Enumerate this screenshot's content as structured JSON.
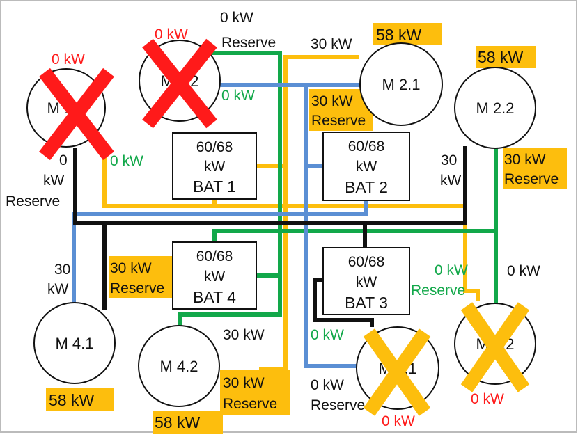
{
  "colors": {
    "green": "#12a84a",
    "orange": "#fdbe0d",
    "blue": "#5b8fd4",
    "black": "#111111",
    "red_text": "#ff1a1a",
    "red_x": "#ff1a1a",
    "yellow_x": "#fdbe0d",
    "highlight": "#fdbe0d",
    "frame": "#bbbbbb"
  },
  "nodes": {
    "m11": "M 1.1",
    "m12": "M 1.2",
    "m21": "M 2.1",
    "m22": "M 2.2",
    "m31": "M 3.1",
    "m32": "M 3.2",
    "m41": "M 4.1",
    "m42": "M 4.2"
  },
  "batteries": {
    "bat1": {
      "capacity": "60/68",
      "unit": "kW",
      "name": "BAT 1"
    },
    "bat2": {
      "capacity": "60/68",
      "unit": "kW",
      "name": "BAT 2"
    },
    "bat3": {
      "capacity": "60/68",
      "unit": "kW",
      "name": "BAT 3"
    },
    "bat4": {
      "capacity": "60/68",
      "unit": "kW",
      "name": "BAT 4"
    }
  },
  "labels": {
    "m12_power": "0 kW",
    "m12_reserve_value": "0 kW",
    "m12_reserve_word": "Reserve",
    "m12_green_out": "0 kW",
    "m11_power": "0 kW",
    "m11_black_value": "0",
    "m11_black_unit": "kW",
    "m11_black_reserve": "Reserve",
    "m11_orange_out": "0 kW",
    "m21_orange_in": "30 kW",
    "m21_power": "58 kW",
    "m21_reserve_value": "30 kW",
    "m21_reserve_word": "Reserve",
    "m22_power": "58 kW",
    "m22_black_value": "30",
    "m22_black_unit": "kW",
    "m22_reserve_value": "30 kW",
    "m22_reserve_word": "Reserve",
    "m41_blue_value": "30",
    "m41_blue_unit": "kW",
    "m41_reserve_value": "30 kW",
    "m41_reserve_word": "Reserve",
    "m41_power": "58 kW",
    "m42_green_in": "30 kW",
    "m42_reserve_value": "30  kW",
    "m42_reserve_word": "Reserve",
    "m42_power": "58 kW",
    "m31_blue_in": "0 kW",
    "m31_reserve_value": "0 kW",
    "m31_reserve_word": "Reserve",
    "m31_power": "0 kW",
    "m32_green_value": "0 kW",
    "m32_green_word": "Reserve",
    "m32_black_in": "0 kW",
    "m32_power": "0 kW"
  }
}
